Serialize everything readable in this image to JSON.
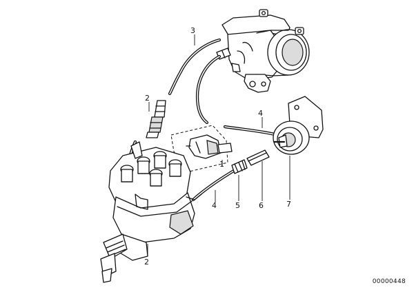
{
  "callouts": [
    {
      "id": "c1",
      "text": "1"
    },
    {
      "id": "c2a",
      "text": "2"
    },
    {
      "id": "c2b",
      "text": "2"
    },
    {
      "id": "c3",
      "text": "3"
    },
    {
      "id": "c4a",
      "text": "4"
    },
    {
      "id": "c4b",
      "text": "4"
    },
    {
      "id": "c5",
      "text": "5"
    },
    {
      "id": "c6",
      "text": "6"
    },
    {
      "id": "c7",
      "text": "7"
    }
  ],
  "reference_code": "00000448"
}
